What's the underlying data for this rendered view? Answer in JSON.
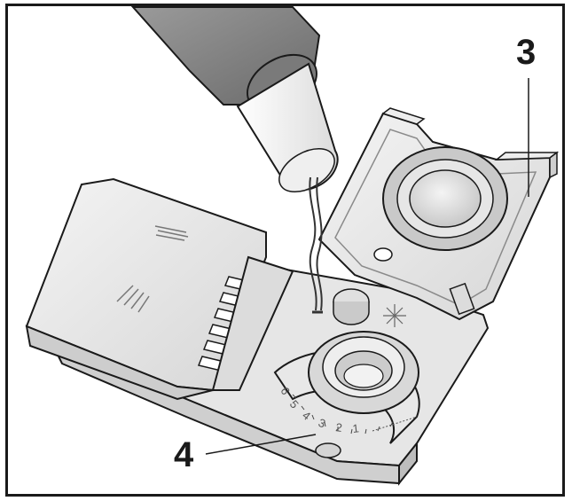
{
  "callouts": {
    "label_3": "3",
    "label_4": "4"
  },
  "dial": {
    "numbers": [
      "6",
      "5",
      "4",
      "3",
      "2",
      "1"
    ]
  },
  "colors": {
    "outline": "#1a1a1a",
    "body_light": "#f2f2f2",
    "body_mid": "#dedede",
    "body_shadow": "#c4c4c4",
    "bottle": "#8c8c8c",
    "bottle_dark": "#6e6e6e",
    "lens": "#d8d8d8"
  }
}
